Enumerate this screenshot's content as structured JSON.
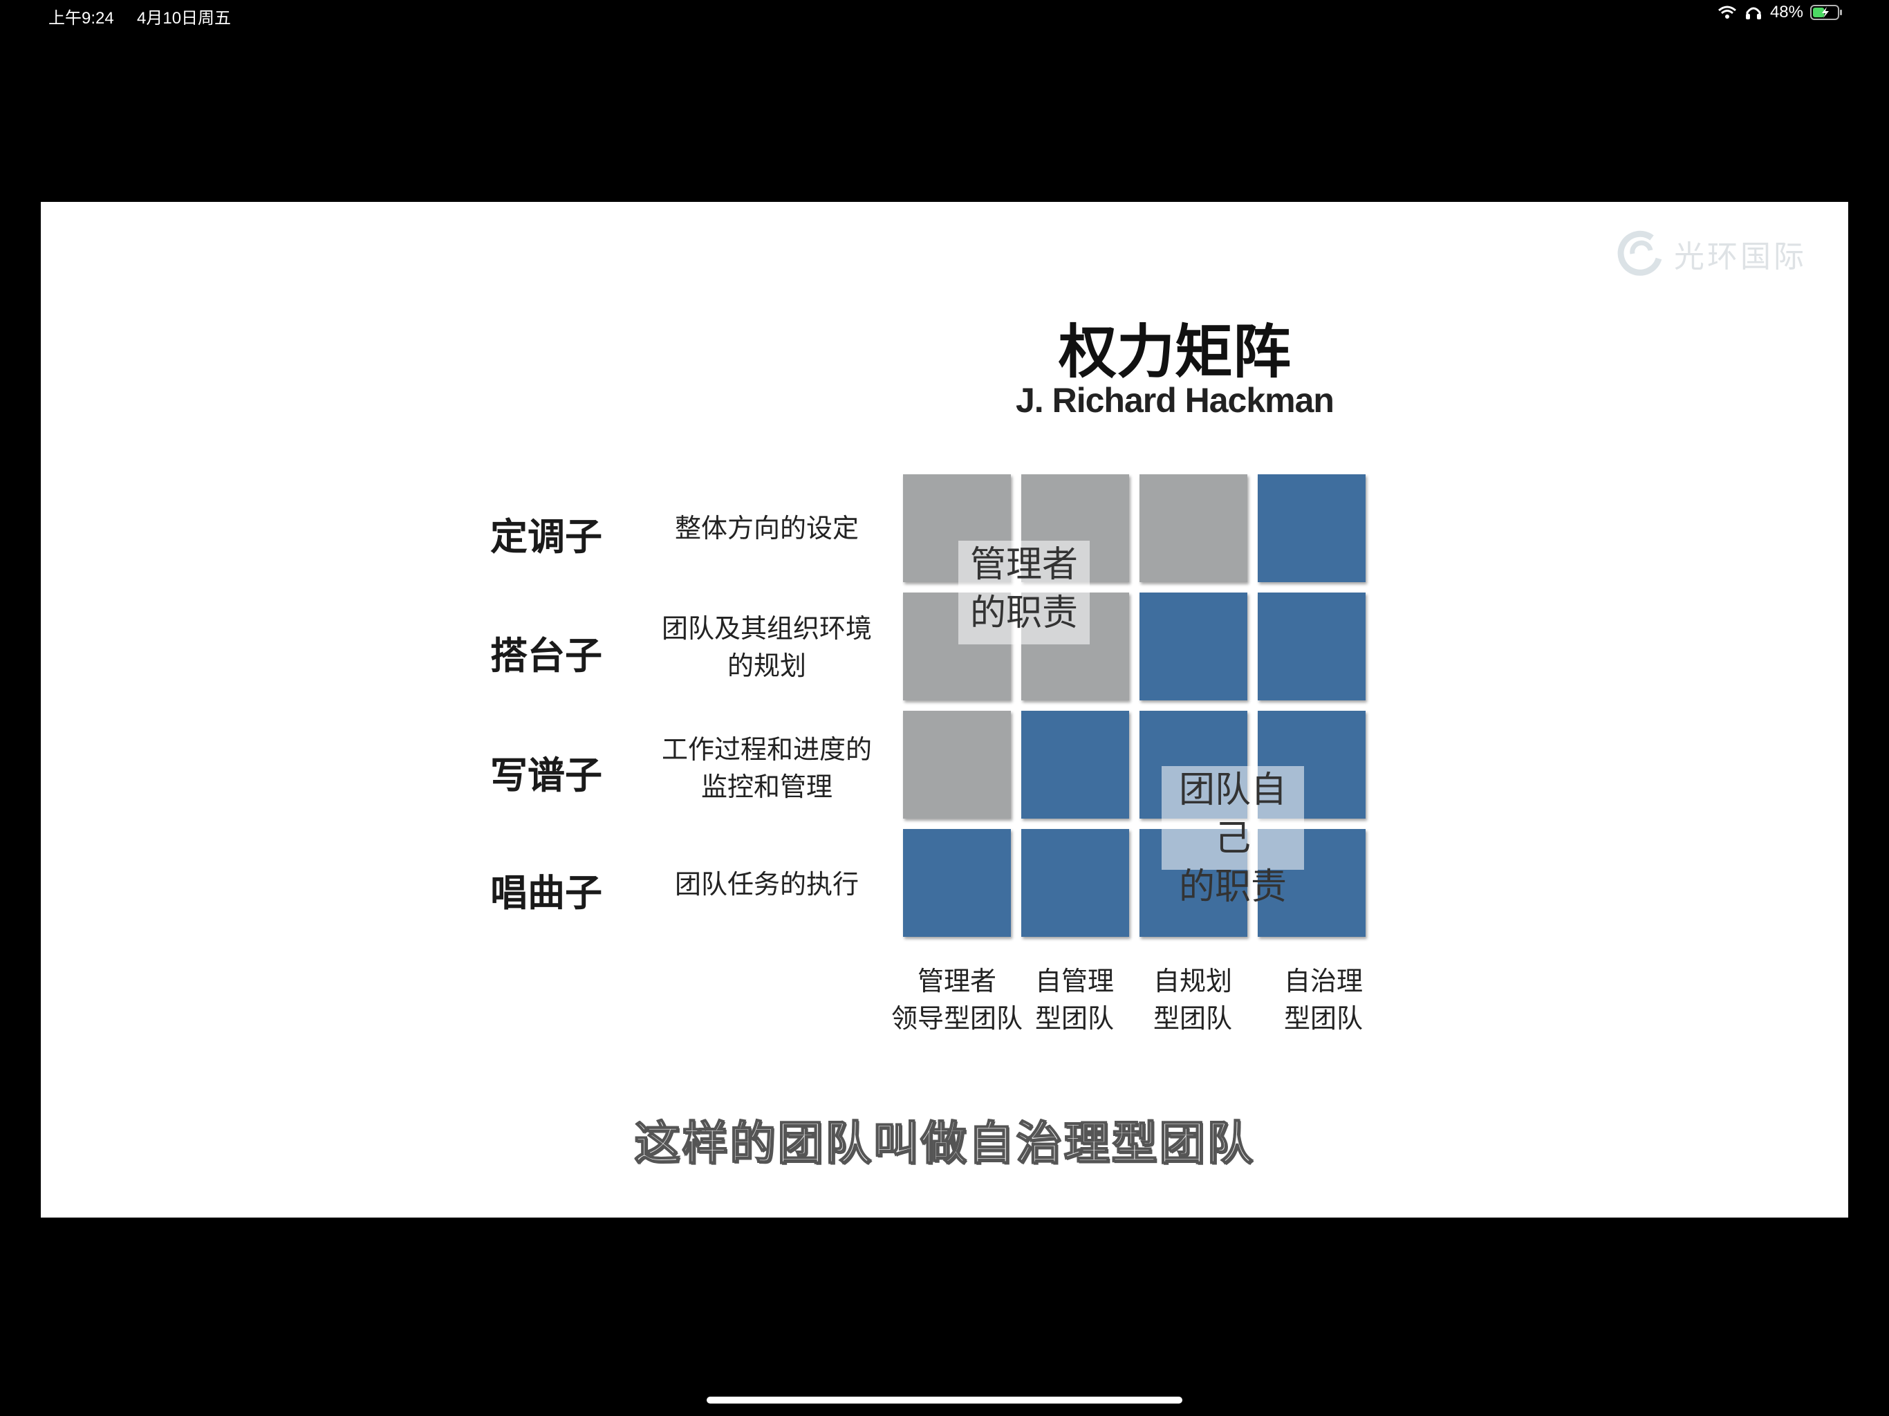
{
  "status_bar": {
    "time": "上午9:24",
    "date": "4月10日周五",
    "battery_percent": "48%",
    "battery_level": 0.48,
    "icons": [
      "wifi-icon",
      "headphones-icon",
      "battery-charging-icon"
    ]
  },
  "slide": {
    "watermark": "光环国际",
    "title": "权力矩阵",
    "subtitle": "J. Richard Hackman",
    "rows": [
      {
        "label": "定调子",
        "desc": "整体方向的设定"
      },
      {
        "label": "搭台子",
        "desc": "团队及其组织环境 的规划"
      },
      {
        "label": "写谱子",
        "desc": "工作过程和进度的 监控和管理"
      },
      {
        "label": "唱曲子",
        "desc": "团队任务的执行"
      }
    ],
    "grid": [
      [
        "gray",
        "gray",
        "gray",
        "blue"
      ],
      [
        "gray",
        "gray",
        "blue",
        "blue"
      ],
      [
        "gray",
        "blue",
        "blue",
        "blue"
      ],
      [
        "blue",
        "blue",
        "blue",
        "blue"
      ]
    ],
    "overlay_manager": "管理者 的职责",
    "overlay_team": "团队自己 的职责",
    "columns": [
      "管理者 领导型团队",
      "自管理 型团队",
      "自规划 型团队",
      "自治理 型团队"
    ],
    "colors": {
      "gray": "#a3a5a6",
      "blue": "#3f6e9e"
    }
  },
  "caption": "这样的团队叫做自治理型团队"
}
